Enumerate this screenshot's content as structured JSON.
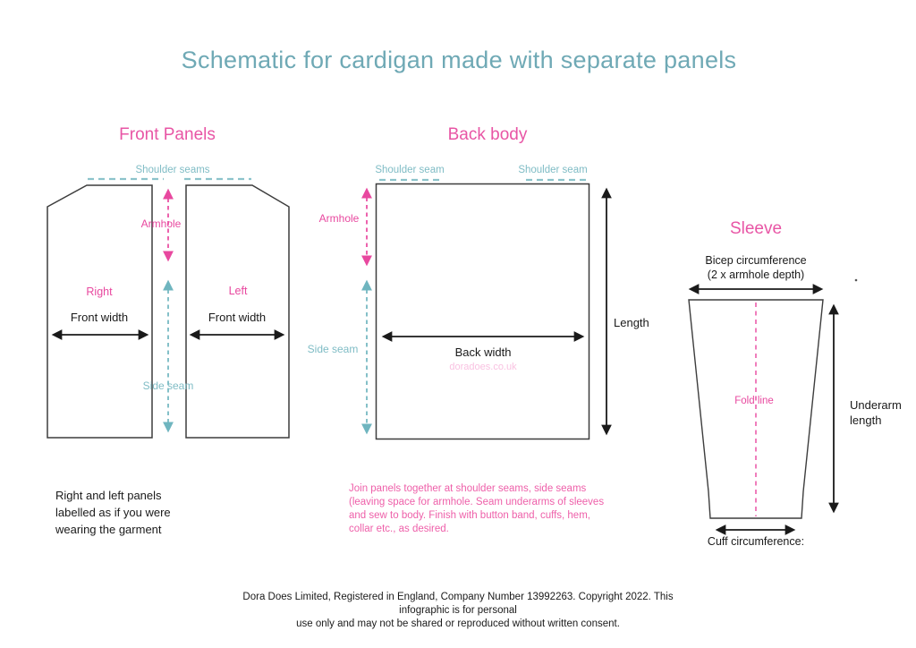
{
  "title": "Schematic for cardigan made with separate panels",
  "colors": {
    "title_teal": "#6FA9B5",
    "pink": "#E855A5",
    "seam_teal": "#7FBCC5",
    "watermark_pink": "#F9C2E1",
    "outline_gray": "#3D3D3D",
    "text_black": "#1A1A1A"
  },
  "front_panels": {
    "heading": "Front Panels",
    "shoulder_label": "Shoulder seams",
    "armhole_label": "Armhole",
    "side_seam_label": "Side seam",
    "right_panel_label": "Right",
    "left_panel_label": "Left",
    "right_front_width_label": "Front width",
    "left_front_width_label": "Front width",
    "note": "Right and left panels\nlabelled as if you were\nwearing the garment"
  },
  "back_body": {
    "heading": "Back body",
    "shoulder_seam_left": "Shoulder seam",
    "shoulder_seam_right": "Shoulder seam",
    "armhole_label": "Armhole",
    "side_seam_label": "Side seam",
    "back_width_label": "Back width",
    "length_label": "Length",
    "watermark": "doradoes.co.uk"
  },
  "sleeve": {
    "heading": "Sleeve",
    "bicep_line1": "Bicep circumference",
    "bicep_line2": "(2 x armhole depth)",
    "fold_line_label": "Fold line",
    "underarm_label": "Underarm\nlength",
    "cuff_label": "Cuff circumference:"
  },
  "assembly_note": "Join panels together at shoulder seams, side seams\n(leaving space for armhole. Seam underarms of sleeves\nand sew to body. Finish with button band, cuffs, hem,\ncollar etc., as desired.",
  "footer": {
    "text": "Dora Does Limited, Registered in England, Company Number 13992263. Copyright 2022. This infographic is for personal\nuse only and may not be shared or reproduced without written consent."
  }
}
